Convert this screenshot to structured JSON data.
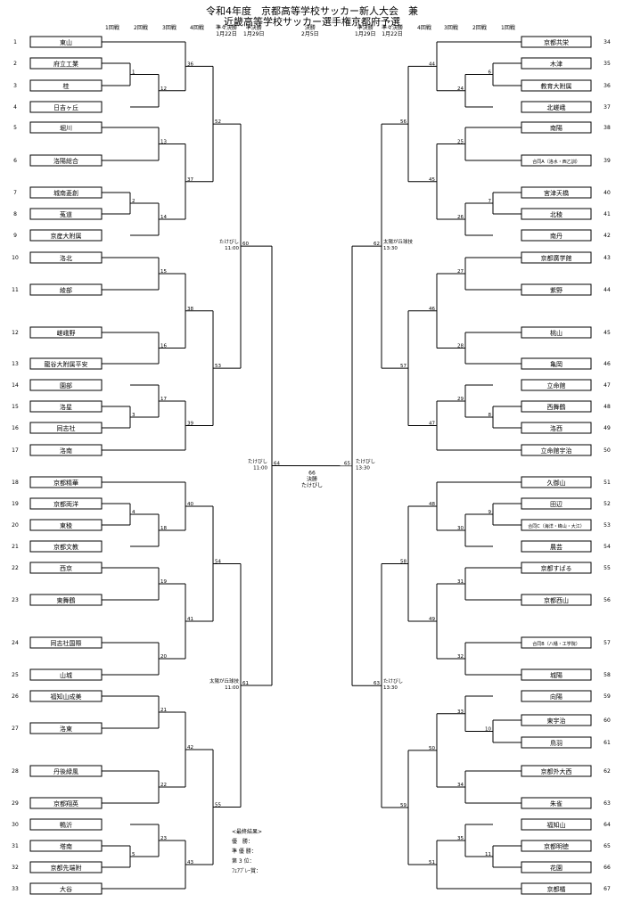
{
  "title": {
    "line1": "令和4年度　京都高等学校サッカー新人大会　兼",
    "line2": "近畿高等学校サッカー選手権京都府予選"
  },
  "headers": {
    "left": [
      {
        "label": "1回戦"
      },
      {
        "label": "2回戦"
      },
      {
        "label": "3回戦"
      },
      {
        "label": "4回戦"
      },
      {
        "label": "準々決勝",
        "date": "1月22日"
      },
      {
        "label": "準決勝",
        "date": "1月29日"
      }
    ],
    "center": {
      "label": "決勝",
      "date": "2月5日"
    },
    "right": [
      {
        "label": "準決勝",
        "date": "1月29日"
      },
      {
        "label": "準々決勝",
        "date": "1月22日"
      },
      {
        "label": "4回戦"
      },
      {
        "label": "3回戦"
      },
      {
        "label": "2回戦"
      },
      {
        "label": "1回戦"
      }
    ]
  },
  "left_teams": [
    {
      "no": "1",
      "name": "東山"
    },
    {
      "no": "2",
      "name": "府立工業"
    },
    {
      "no": "3",
      "name": "桂"
    },
    {
      "no": "4",
      "name": "日吉ヶ丘"
    },
    {
      "no": "5",
      "name": "堀川"
    },
    {
      "no": "6",
      "name": "洛陽総合"
    },
    {
      "no": "7",
      "name": "城南菱創"
    },
    {
      "no": "8",
      "name": "菟道"
    },
    {
      "no": "9",
      "name": "京産大附属"
    },
    {
      "no": "10",
      "name": "洛北"
    },
    {
      "no": "11",
      "name": "綾部"
    },
    {
      "no": "12",
      "name": "嵯峨野"
    },
    {
      "no": "13",
      "name": "龍谷大附属平安"
    },
    {
      "no": "14",
      "name": "園部"
    },
    {
      "no": "15",
      "name": "洛星"
    },
    {
      "no": "16",
      "name": "同志社"
    },
    {
      "no": "17",
      "name": "洛南"
    },
    {
      "no": "18",
      "name": "京都精華"
    },
    {
      "no": "19",
      "name": "京都両洋"
    },
    {
      "no": "20",
      "name": "東稜"
    },
    {
      "no": "21",
      "name": "京都文教"
    },
    {
      "no": "22",
      "name": "西京"
    },
    {
      "no": "23",
      "name": "東舞鶴"
    },
    {
      "no": "24",
      "name": "同志社国際"
    },
    {
      "no": "25",
      "name": "山城"
    },
    {
      "no": "26",
      "name": "福知山成美"
    },
    {
      "no": "27",
      "name": "洛東"
    },
    {
      "no": "28",
      "name": "丹後緑風"
    },
    {
      "no": "29",
      "name": "京都翔英"
    },
    {
      "no": "30",
      "name": "鴨沂"
    },
    {
      "no": "31",
      "name": "塔南"
    },
    {
      "no": "32",
      "name": "京都先端附"
    },
    {
      "no": "33",
      "name": "大谷"
    }
  ],
  "right_teams": [
    {
      "no": "34",
      "name": "京都共栄"
    },
    {
      "no": "35",
      "name": "木津"
    },
    {
      "no": "36",
      "name": "教育大附属"
    },
    {
      "no": "37",
      "name": "北嵯峨"
    },
    {
      "no": "38",
      "name": "南陽"
    },
    {
      "no": "39",
      "name": "合同A（洛水・西乙訓）"
    },
    {
      "no": "40",
      "name": "宮津天橋"
    },
    {
      "no": "41",
      "name": "北稜"
    },
    {
      "no": "42",
      "name": "南丹"
    },
    {
      "no": "43",
      "name": "京都廣学館"
    },
    {
      "no": "44",
      "name": "紫野"
    },
    {
      "no": "45",
      "name": "桃山"
    },
    {
      "no": "46",
      "name": "亀岡"
    },
    {
      "no": "47",
      "name": "立命館"
    },
    {
      "no": "48",
      "name": "西舞鶴"
    },
    {
      "no": "49",
      "name": "洛西"
    },
    {
      "no": "50",
      "name": "立命館宇治"
    },
    {
      "no": "51",
      "name": "久御山"
    },
    {
      "no": "52",
      "name": "田辺"
    },
    {
      "no": "53",
      "name": "合同C（海洋・峰山・大江）"
    },
    {
      "no": "54",
      "name": "農芸"
    },
    {
      "no": "55",
      "name": "京都すばる"
    },
    {
      "no": "56",
      "name": "京都西山"
    },
    {
      "no": "57",
      "name": "合同B（八幡・工学院）"
    },
    {
      "no": "58",
      "name": "城陽"
    },
    {
      "no": "59",
      "name": "向陽"
    },
    {
      "no": "60",
      "name": "東宇治"
    },
    {
      "no": "61",
      "name": "鳥羽"
    },
    {
      "no": "62",
      "name": "京都外大西"
    },
    {
      "no": "63",
      "name": "朱雀"
    },
    {
      "no": "64",
      "name": "福知山"
    },
    {
      "no": "65",
      "name": "京都明徳"
    },
    {
      "no": "66",
      "name": "花園"
    },
    {
      "no": "67",
      "name": "京都橘"
    }
  ],
  "match_numbers": {
    "m1": "1",
    "m2": "2",
    "m3": "3",
    "m4": "4",
    "m5": "5",
    "m6": "6",
    "m7": "7",
    "m8": "8",
    "m9": "9",
    "m10": "10",
    "m11": "11",
    "m12": "12",
    "m13": "13",
    "m14": "14",
    "m15": "15",
    "m16": "16",
    "m17": "17",
    "m18": "18",
    "m19": "19",
    "m20": "20",
    "m21": "21",
    "m22": "22",
    "m23": "23",
    "m24": "24",
    "m25": "25",
    "m26": "26",
    "m27": "27",
    "m28": "28",
    "m29": "29",
    "m30": "30",
    "m31": "31",
    "m32": "32",
    "m33": "33",
    "m34": "34",
    "m35": "35",
    "m36": "36",
    "m37": "37",
    "m38": "38",
    "m39": "39",
    "m40": "40",
    "m41": "41",
    "m42": "42",
    "m43": "43",
    "m44": "44",
    "m45": "45",
    "m46": "46",
    "m47": "47",
    "m48": "48",
    "m49": "49",
    "m50": "50",
    "m51": "51",
    "m52": "52",
    "m53": "53",
    "m54": "54",
    "m55": "55",
    "m56": "56",
    "m57": "57",
    "m58": "58",
    "m59": "59",
    "m60": "60",
    "m61": "61",
    "m62": "62",
    "m63": "63",
    "m64": "64",
    "m65": "65",
    "m66": "66"
  },
  "venues": {
    "qf_left_top": "たけびし",
    "qf_left_top_time": "11:00",
    "qf_left_bot": "太陽が丘球技",
    "qf_left_bot_time": "11:00",
    "qf_right_top": "太陽が丘球技",
    "qf_right_top_time": "13:30",
    "qf_right_bot": "たけびし",
    "qf_right_bot_time": "13:30",
    "sf_left": "たけびし",
    "sf_left_time": "11:00",
    "sf_right": "たけびし",
    "sf_right_time": "13:30",
    "final_no": "66",
    "final_label": "決勝",
    "final_venue": "たけびし"
  },
  "results_box": {
    "heading": "<最終結果>",
    "rows": [
      "優　勝：",
      "準 優 勝：",
      "第 3 位：",
      "ﾌｪｱﾌﾟﾚｰ賞："
    ]
  }
}
